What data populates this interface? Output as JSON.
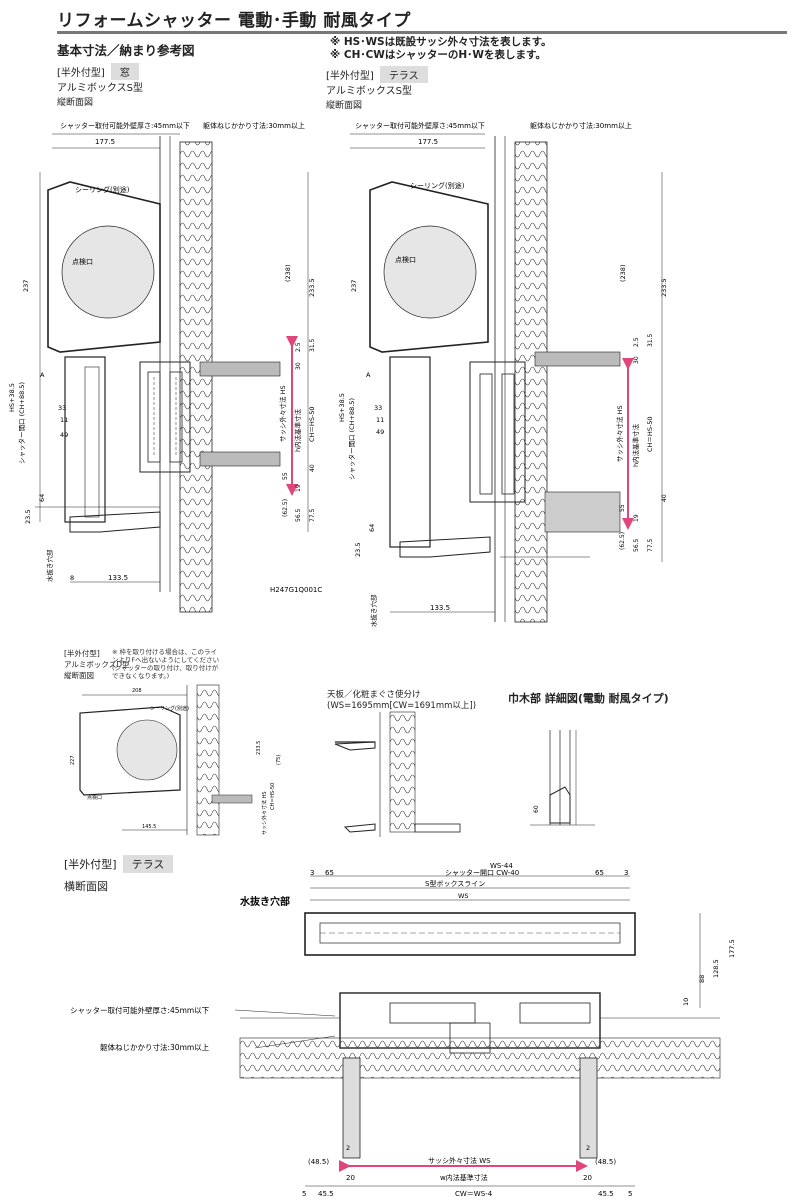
{
  "header": {
    "title": "リフォームシャッター 電動･手動 耐風タイプ",
    "section_title": "基本寸法／納まり参考図",
    "notes": [
      "※ HS･WSは既設サッシ外々寸法を表します。",
      "※ CH･CWはシャッターのH･Wを表します。"
    ]
  },
  "panel_window": {
    "type_label": "[半外付型]",
    "type_tag": "窓",
    "model": "アルミボックスS型",
    "view": "縦断面図",
    "top_label_left": "シャッター取付可能外壁厚さ:45mm以下",
    "top_label_right": "躯体ねじかかり寸法:30mm以上",
    "seal_label": "シーリング(別途)",
    "inspect_label": "点検口",
    "dim_top": "177.5",
    "dim_bottom": "133.5",
    "dim_left_8": "8",
    "dims_left": [
      "237",
      "HS+38.5",
      "シャッター開口 (CH+88.5)",
      "33",
      "11",
      "49",
      "64",
      "23.5",
      "A"
    ],
    "dims_right": [
      "(238)",
      "233.5",
      "2.5",
      "30",
      "31.5",
      "サッシ外々寸法 HS",
      "h内法基準寸法",
      "CH＝HS-50",
      "55",
      "40",
      "19",
      "(62.5)",
      "56.5",
      "77.5"
    ],
    "drain_label": "水抜き穴部",
    "code": "H247G1Q001C"
  },
  "panel_terrace": {
    "type_label": "[半外付型]",
    "type_tag": "テラス",
    "model": "アルミボックスS型",
    "view": "縦断面図",
    "top_label_left": "シャッター取付可能外壁厚さ:45mm以下",
    "top_label_right": "躯体ねじかかり寸法:30mm以上",
    "seal_label": "シーリング(別途)",
    "inspect_label": "点検口",
    "dim_top": "177.5",
    "dim_bottom": "133.5",
    "dims_left": [
      "237",
      "HS+38.5",
      "シャッター開口 (CH+88.5)",
      "33",
      "11",
      "49",
      "64",
      "23.5",
      "A"
    ],
    "dims_right": [
      "(238)",
      "233.5",
      "2.5",
      "30",
      "31.5",
      "サッシ外々寸法 HS",
      "h内法基準寸法",
      "CH＝HS-50",
      "55",
      "40",
      "19",
      "(62.5)",
      "56.5",
      "77.5"
    ],
    "drain_label": "水抜き穴部"
  },
  "panel_boxD": {
    "type_label": "[半外付型]",
    "model": "アルミボックスD型",
    "view": "縦断面図",
    "note_text": "※ 枠を取り付ける場合は、このラインよりFへ出ないようにしてください(シャッターの取り付け、取り付けができなくなります。)",
    "seal_label": "シーリング(別途)",
    "inspect_label": "点検口",
    "dim_top": "208",
    "dim_bottom": "145.5",
    "side_dims": [
      "227",
      "233.5",
      "CH＝HS-50",
      "サッシ外々寸法 HS",
      "(75)"
    ]
  },
  "panel_ceiling": {
    "title_line1": "天板／化粧まぐさ使分け",
    "title_line2": "(WS=1695mm[CW=1691mm以上])"
  },
  "panel_detail": {
    "title": "巾木部 詳細図(電動 耐風タイプ)",
    "dim": "60"
  },
  "panel_horizontal": {
    "type_label": "[半外付型]",
    "type_tag": "テラス",
    "view": "横断面図",
    "drain_label": "水抜き穴部",
    "wall_label": "シャッター取付可能外壁厚さ:45mm以下",
    "screw_label": "躯体ねじかかり寸法:30mm以上",
    "dim_ws44": "WS-44",
    "dim_open": "シャッター開口 CW-40",
    "dim_box": "S型ボックスライン",
    "dim_65": "65",
    "dim_3": "3",
    "dim_ws": "WS",
    "dims_right": [
      "10",
      "88",
      "128.5",
      "177.5"
    ],
    "dim_sash": "サッシ外々寸法 WS",
    "dim_inner": "w内法基準寸法",
    "dim_cw": "CW＝WS-4",
    "dim_485": "(48.5)",
    "dim_20": "20",
    "dim_455": "45.5",
    "dim_5": "5",
    "dim_2": "2"
  },
  "colors": {
    "accent": "#e0457b",
    "tag_bg": "#dddddd",
    "rule": "#777777",
    "line": "#222222"
  }
}
